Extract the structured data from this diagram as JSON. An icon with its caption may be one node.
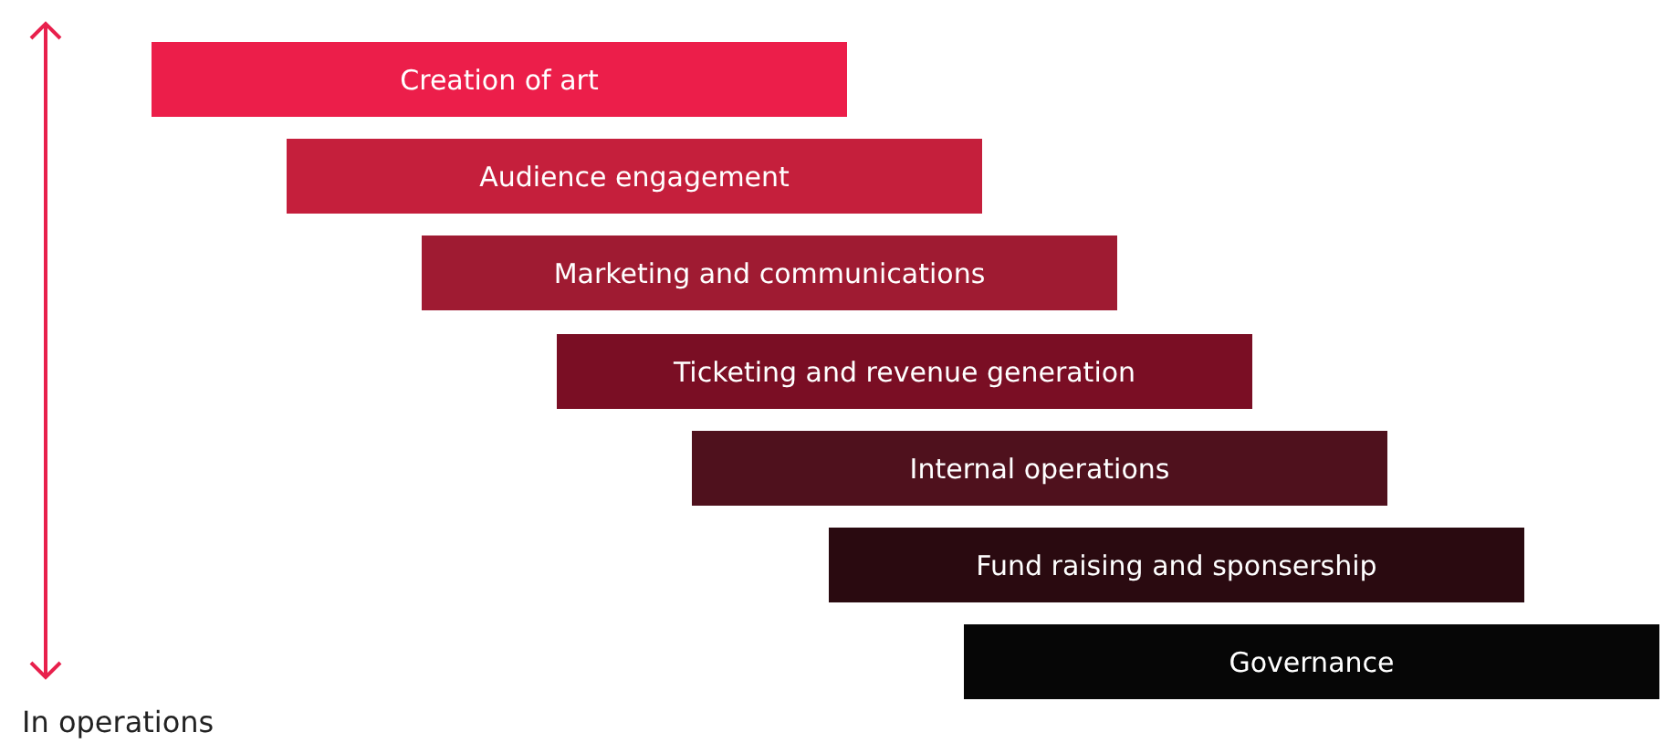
{
  "diagram": {
    "nodes": [
      {
        "text": [
          "Creation of art"
        ]
      },
      {
        "text": [
          "Audience engagement"
        ]
      },
      {
        "text": [
          "Marketing and communications"
        ]
      },
      {
        "text": [
          "Ticketing and revenue generation"
        ]
      },
      {
        "text": [
          "Internal operations"
        ]
      },
      {
        "text": [
          "Fund raising and sponsership"
        ]
      },
      {
        "text": [
          "Governance"
        ]
      }
    ],
    "edges": [],
    "labels": [
      "In operations"
    ]
  }
}
